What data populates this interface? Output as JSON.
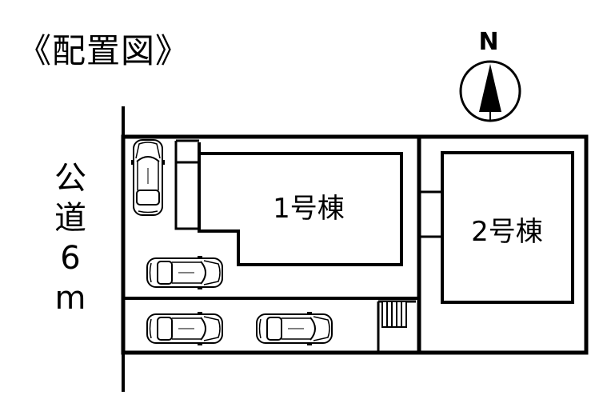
{
  "title": "《配置図》",
  "road": {
    "chars": [
      "公",
      "道",
      "6",
      "m"
    ]
  },
  "buildings": [
    {
      "label": "1号棟"
    },
    {
      "label": "2号棟"
    }
  ],
  "compass": {
    "label": "N"
  },
  "colors": {
    "line": "#000000",
    "background": "#ffffff"
  }
}
